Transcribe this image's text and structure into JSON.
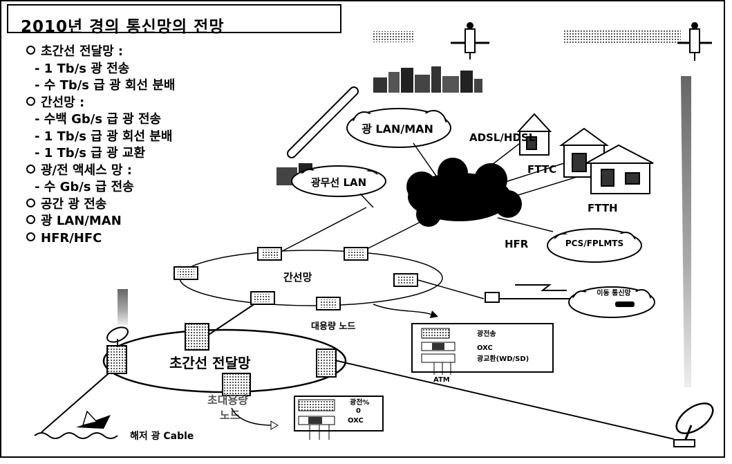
{
  "title": "2010년 경의 통신망의  전망",
  "bullets": [
    {
      "type": "item",
      "text": "초간선 전달망 :"
    },
    {
      "type": "sub",
      "text": "- 1 Tb/s 광 전송"
    },
    {
      "type": "sub",
      "text": "- 수 Tb/s 급 광 회선 분배"
    },
    {
      "type": "item",
      "text": "간선망 :"
    },
    {
      "type": "sub",
      "text": "- 수백 Gb/s 급 광 전송"
    },
    {
      "type": "sub",
      "text": "- 1 Tb/s 급 광 회선 분배"
    },
    {
      "type": "sub",
      "text": "- 1 Tb/s 급 광 교환"
    },
    {
      "type": "item",
      "text": "광/전 액세스 망 :"
    },
    {
      "type": "sub",
      "text": "- 수 Gb/s 급 전송"
    },
    {
      "type": "item",
      "text": "공간 광 전송"
    },
    {
      "type": "item",
      "text": "광 LAN/MAN"
    },
    {
      "type": "item",
      "text": "HFR/HFC"
    }
  ],
  "diagram": {
    "lan_man": "광 LAN/MAN",
    "wireless_lan": "광무선 LAN",
    "adsl": "ADSL/HDSL",
    "fttc": "FTTC",
    "ftth": "FTTH",
    "hfr": "HFR",
    "pcs": "PCS/FPLMTS",
    "mobile": "이동 통신망",
    "backbone": "간선망",
    "large_node": "대용량 노드",
    "super_backbone": "초간선 전달망",
    "super_node_1": "초대용량",
    "super_node_2": "노드",
    "submarine": "해저 광 Cable",
    "legend1": {
      "transmission": "광전송",
      "oxc": "OXC",
      "switch": "광교환(WD/SD)",
      "atm": "ATM"
    },
    "legend2": {
      "transmission": "광전%",
      "zero": "0",
      "oxc": "OXC"
    }
  },
  "colors": {
    "ink": "#000000",
    "paper": "#ffffff",
    "gray": "#888888"
  }
}
